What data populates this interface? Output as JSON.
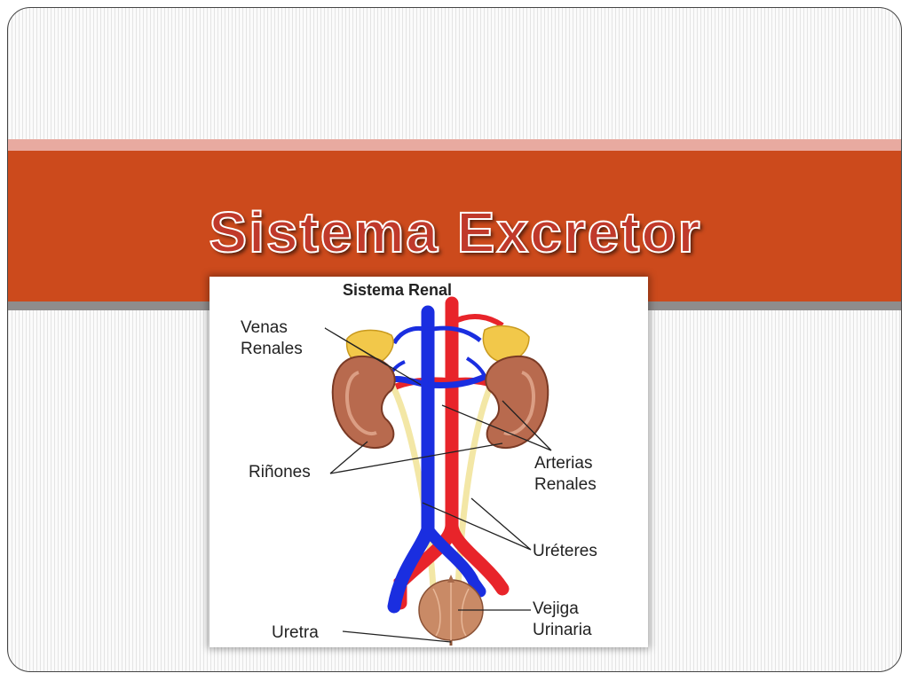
{
  "slide": {
    "title": "Sistema Excretor"
  },
  "diagram": {
    "title": "Sistema Renal",
    "labels": {
      "venas_line1": "Venas",
      "venas_line2": "Renales",
      "rinones": "Riñones",
      "arterias_line1": "Arterias",
      "arterias_line2": "Renales",
      "ureteres": "Uréteres",
      "vejiga_line1": "Vejiga",
      "vejiga_line2": "Urinaria",
      "uretra": "Uretra"
    }
  },
  "colors": {
    "band_main": "#cc4a1c",
    "band_top": "#e8aaa0",
    "band_bottom": "#8f8c8c",
    "title": "#c0392b",
    "vein": "#1a2ee0",
    "artery": "#e8242a",
    "kidney": "#b86a4e",
    "gland": "#f2c84a",
    "ureter": "#f3e7a6",
    "bladder": "#c98a66"
  }
}
